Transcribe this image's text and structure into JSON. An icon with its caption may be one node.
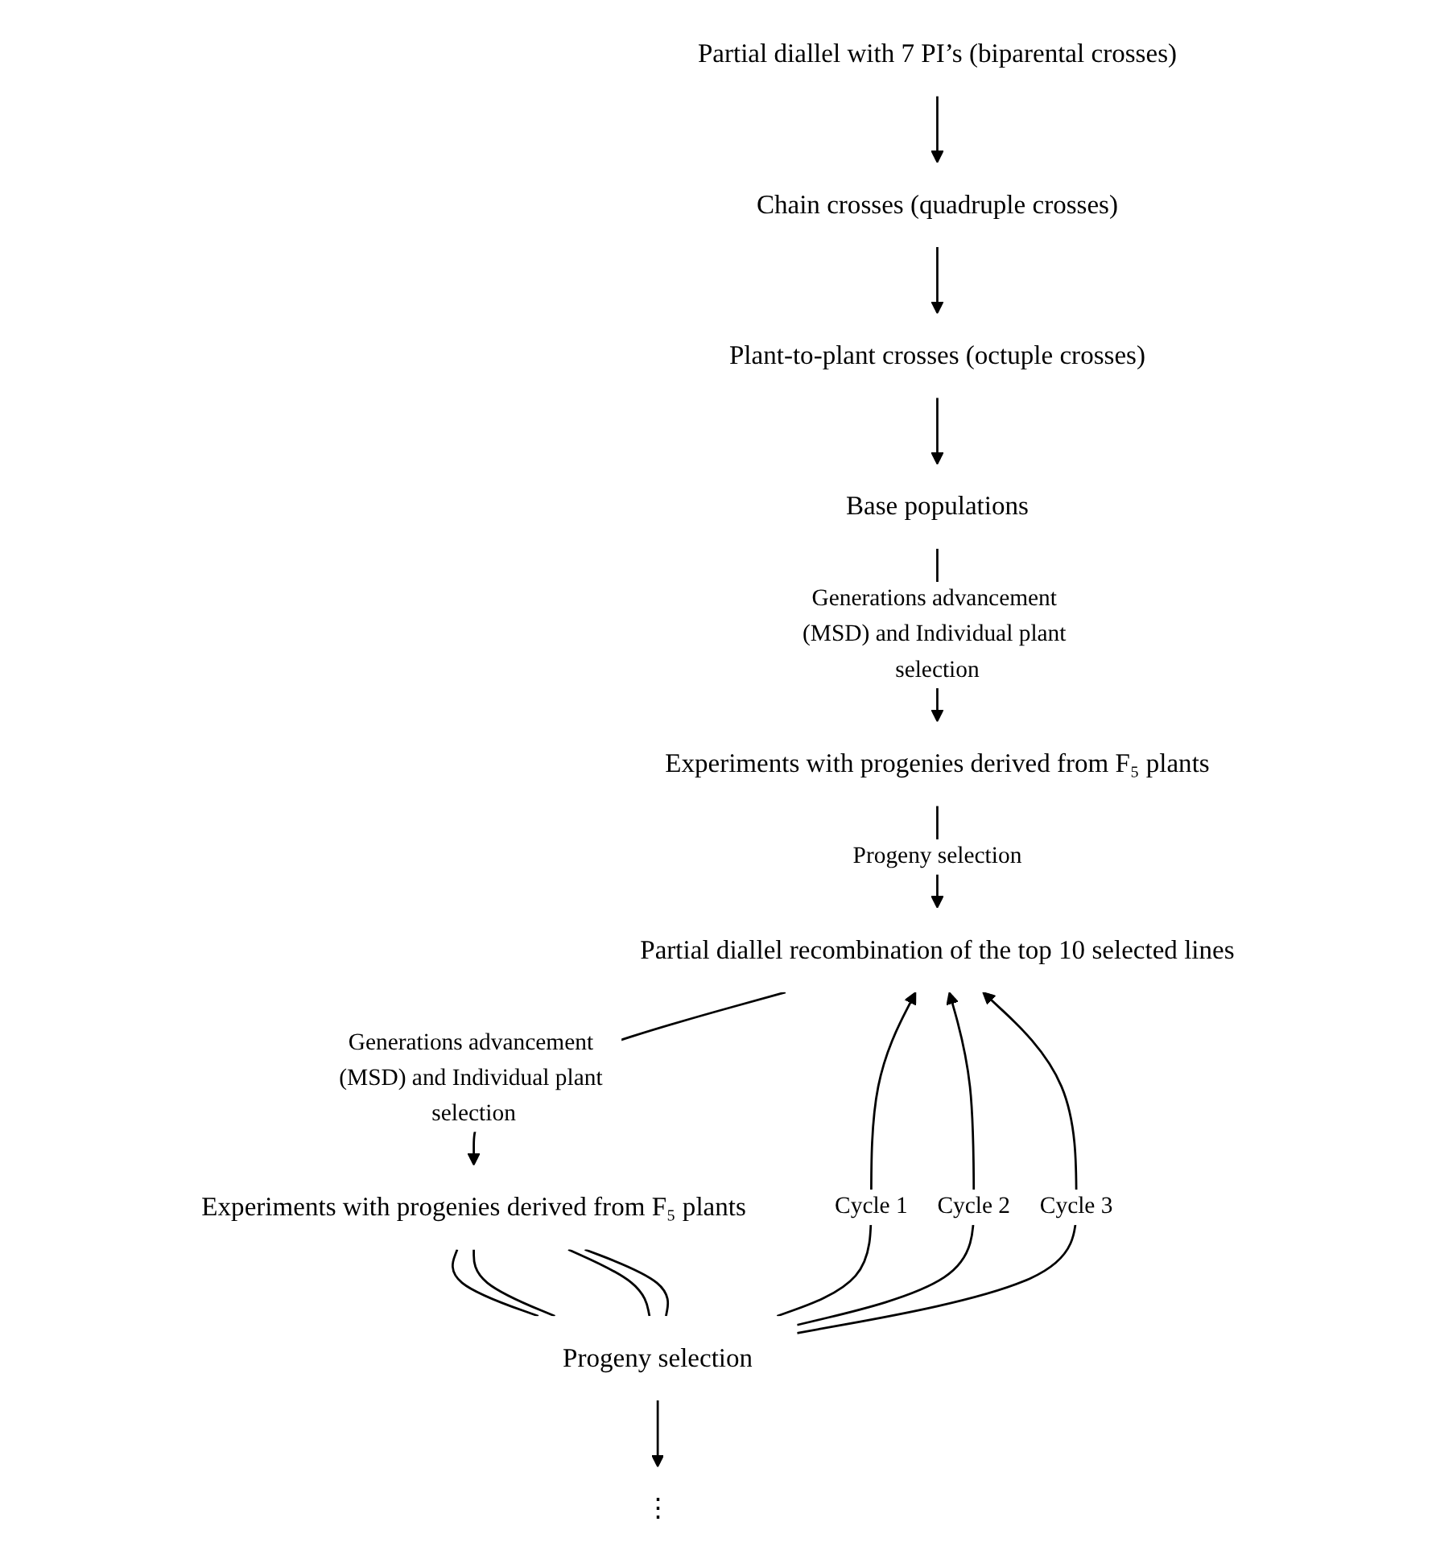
{
  "diagram": {
    "nodes": [
      {
        "text": [
          "Partial diallel with 7 PI’s (biparental crosses)"
        ]
      },
      {
        "text": [
          "Chain crosses (quadruple crosses)"
        ]
      },
      {
        "text": [
          "Plant-to-plant crosses (octuple crosses)"
        ]
      },
      {
        "text": [
          "Base populations"
        ]
      },
      {
        "text": [
          "Experiments with progenies derived from F₅ plants"
        ]
      },
      {
        "text": [
          "Partial diallel recombination of the top 10 selected lines"
        ]
      },
      {
        "text": [
          "Experiments with progenies derived from F₅ plants"
        ]
      },
      {
        "text": [
          "Progeny selection"
        ]
      },
      {
        "text": [
          "⋮"
        ]
      }
    ],
    "edges": [
      {
        "from": 0,
        "to": 1,
        "arrow": "to"
      },
      {
        "from": 1,
        "to": 2,
        "arrow": "to"
      },
      {
        "from": 2,
        "to": 3,
        "arrow": "to"
      },
      {
        "from": 3,
        "to": 4,
        "arrow": "to",
        "label": "Generations advancement (MSD) and Individual plant selection"
      },
      {
        "from": 4,
        "to": 5,
        "arrow": "to",
        "label": "Progeny selection"
      },
      {
        "from": 5,
        "to": 6,
        "arrow": "to",
        "label": "Generations advancement (MSD) and Individual plant selection"
      },
      {
        "from": 6,
        "to": 7,
        "arrow": "none"
      },
      {
        "from": 6,
        "to": 7,
        "arrow": "none"
      },
      {
        "from": 6,
        "to": 7,
        "arrow": "none"
      },
      {
        "from": 6,
        "to": 7,
        "arrow": "none"
      },
      {
        "from": 7,
        "to": 5,
        "arrow": "to",
        "label": "Cycle 1"
      },
      {
        "from": 7,
        "to": 5,
        "arrow": "to",
        "label": "Cycle 2"
      },
      {
        "from": 7,
        "to": 5,
        "arrow": "to",
        "label": "Cycle 3"
      },
      {
        "from": 7,
        "to": 8,
        "arrow": "to"
      }
    ]
  }
}
